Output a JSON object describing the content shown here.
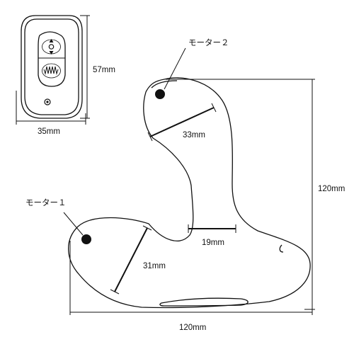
{
  "remote": {
    "width_label": "35mm",
    "height_label": "57mm"
  },
  "device": {
    "motor1_label": "モーター１",
    "motor2_label": "モーター２",
    "tip_width_label": "33mm",
    "base_width_label": "31mm",
    "neck_width_label": "19mm",
    "overall_height_label": "120mm",
    "overall_length_label": "120mm"
  }
}
